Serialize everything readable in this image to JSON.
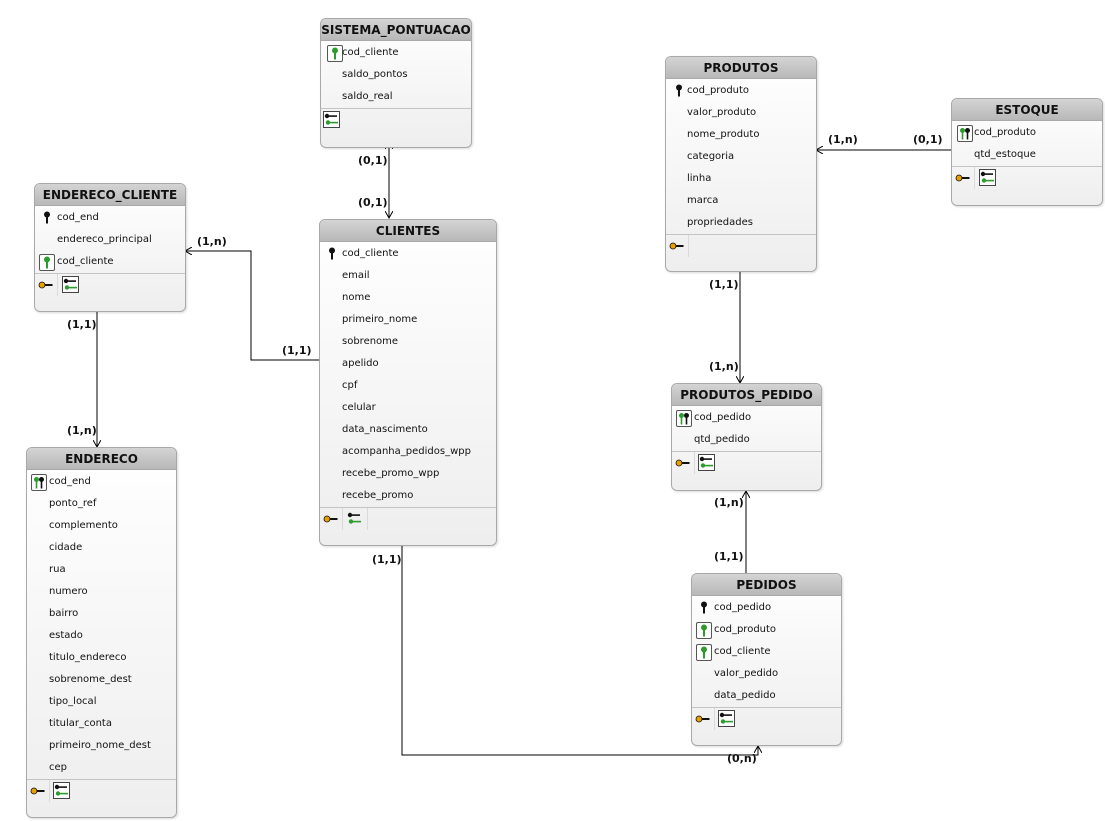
{
  "entities": {
    "sistema_pontuacao": {
      "title": "SISTEMA_PONTUACAO",
      "fields": [
        "cod_cliente",
        "saldo_pontos",
        "saldo_real"
      ]
    },
    "produtos": {
      "title": "PRODUTOS",
      "fields": [
        "cod_produto",
        "valor_produto",
        "nome_produto",
        "categoria",
        "linha",
        "marca",
        "propriedades"
      ]
    },
    "estoque": {
      "title": "ESTOQUE",
      "fields": [
        "cod_produto",
        "qtd_estoque"
      ]
    },
    "endereco_cliente": {
      "title": "ENDERECO_CLIENTE",
      "fields": [
        "cod_end",
        "endereco_principal",
        "cod_cliente"
      ]
    },
    "clientes": {
      "title": "CLIENTES",
      "fields": [
        "cod_cliente",
        "email",
        "nome",
        "primeiro_nome",
        "sobrenome",
        "apelido",
        "cpf",
        "celular",
        "data_nascimento",
        "acompanha_pedidos_wpp",
        "recebe_promo_wpp",
        "recebe_promo"
      ]
    },
    "produtos_pedido": {
      "title": "PRODUTOS_PEDIDO",
      "fields": [
        "cod_pedido",
        "qtd_pedido"
      ]
    },
    "endereco": {
      "title": "ENDERECO",
      "fields": [
        "cod_end",
        "ponto_ref",
        "complemento",
        "cidade",
        "rua",
        "numero",
        "bairro",
        "estado",
        "titulo_endereco",
        "sobrenome_dest",
        "tipo_local",
        "titular_conta",
        "primeiro_nome_dest",
        "cep"
      ]
    },
    "pedidos": {
      "title": "PEDIDOS",
      "fields": [
        "cod_pedido",
        "cod_produto",
        "cod_cliente",
        "valor_pedido",
        "data_pedido"
      ]
    }
  },
  "cardinalities": {
    "sistema_side": "(0,1)",
    "clientes_to_sistema": "(0,1)",
    "estoque_produtos_near_produtos": "(1,n)",
    "estoque_produtos_near_estoque": "(0,1)",
    "endereco_cliente_near_ec": "(1,n)",
    "endereco_cliente_near_clientes": "(1,1)",
    "ec_endereco_top": "(1,1)",
    "ec_endereco_bottom": "(1,n)",
    "produtos_pp_top": "(1,1)",
    "produtos_pp_bottom": "(1,n)",
    "pp_pedidos_top": "(1,n)",
    "pp_pedidos_bottom": "(1,1)",
    "clientes_pedidos_clientes": "(1,1)",
    "clientes_pedidos_pedidos": "(0,n)"
  },
  "colors": {
    "pk_key": "#111111",
    "fk_key": "#2e9b2e",
    "index_key": "#e8a000",
    "connector": "#000000"
  }
}
